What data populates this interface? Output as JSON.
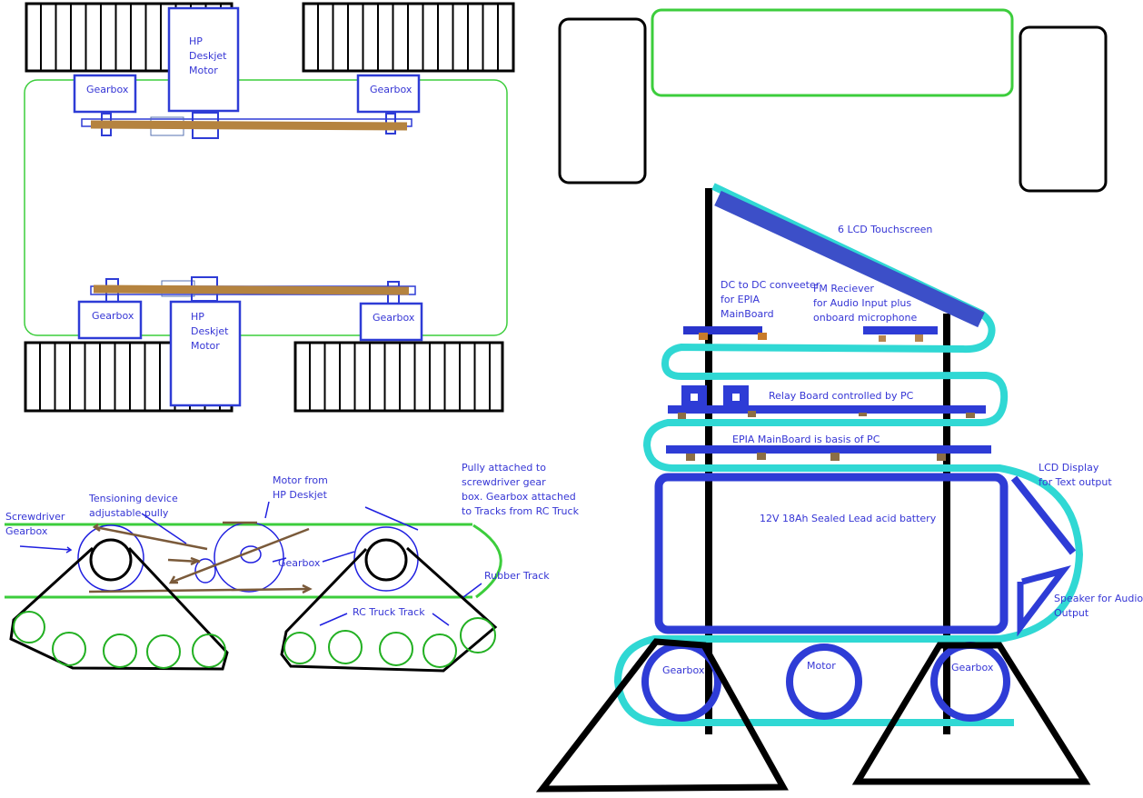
{
  "top_view": {
    "gearbox_label": "Gearbox",
    "motor_label": [
      "HP",
      "Deskjet",
      "Motor"
    ]
  },
  "side_view": {
    "screwdriver": [
      "Screwdriver",
      "Gearbox"
    ],
    "tensioner": [
      "Tensioning device",
      "adjustable pully"
    ],
    "motor": [
      "Motor from",
      "HP Deskjet"
    ],
    "pully": [
      "Pully attached to",
      "screwdriver gear",
      "box. Gearbox attached",
      "to Tracks from RC Truck"
    ],
    "gearbox": "Gearbox",
    "rubber_track": "Rubber Track",
    "rc_track": "RC Truck Track"
  },
  "robot": {
    "touchscreen": "6 LCD Touchscreen",
    "dcdc": [
      "DC to DC conveeter",
      "for EPIA",
      "MainBoard"
    ],
    "fm": [
      "FM Reciever",
      "for Audio Input plus",
      "onboard microphone"
    ],
    "relay": "Relay Board controlled by PC",
    "epia": "EPIA MainBoard is basis of PC",
    "lcd_display": [
      "LCD Display",
      "for Text output"
    ],
    "battery": "12V 18Ah Sealed Lead acid battery",
    "speaker": [
      "Speaker for Audio",
      "Output"
    ],
    "gearbox_left": "Gearbox",
    "motor": "Motor",
    "gearbox_right": "Gearbox"
  },
  "colors": {
    "text": "#3535d5",
    "blue": "#2e3cd6",
    "cyan": "#30d8d4",
    "green": "#3ccd3c",
    "brown": "#b5833f"
  }
}
